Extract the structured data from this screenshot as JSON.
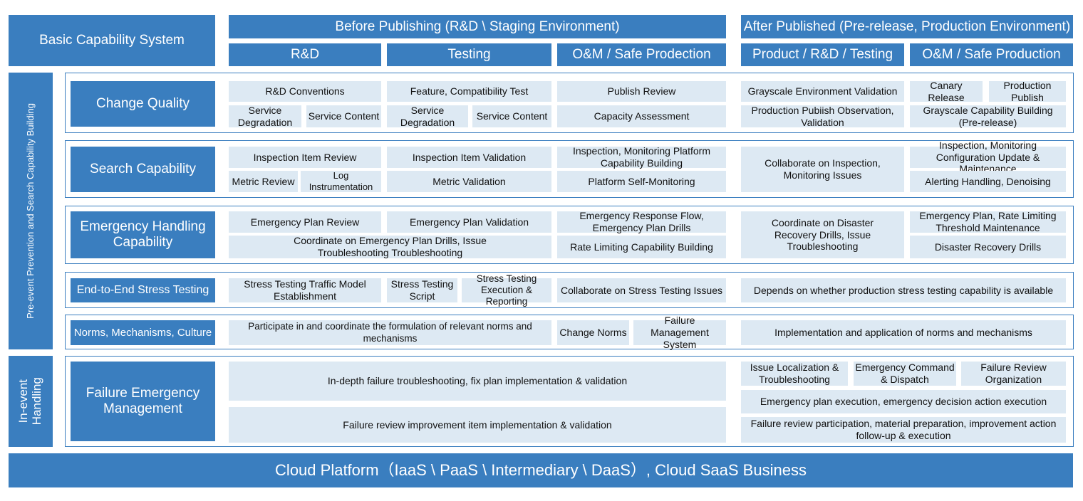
{
  "header": {
    "basic": "Basic Capability System",
    "before": "Before Publishing (R&D \\ Staging Environment)",
    "after": "After Published (Pre-release, Production Environment)",
    "cols": [
      "R&D",
      "Testing",
      "O&M / Safe Prodection",
      "Product / R&D / Testing",
      "O&M / Safe Production"
    ]
  },
  "side": {
    "pre_event": "Pre-event Prevention and Search Capability Building",
    "in_event": "In-event Handling"
  },
  "rows": {
    "change_quality": {
      "label": "Change Quality",
      "cells": [
        "R&D Conventions",
        "Service Degradation",
        "Service Content",
        "Feature, Compatibility Test",
        "Service Degradation",
        "Service Content",
        "Publish Review",
        "Capacity Assessment",
        "Grayscale Environment Validation",
        "Production Pubiish Observation, Validation",
        "Canary Release",
        "Production Publish",
        "Grayscale Capability Building (Pre-release)"
      ]
    },
    "search": {
      "label": "Search Capability",
      "cells": [
        "Inspection Item Review",
        "Metric Review",
        "Log Instrumentation",
        "Inspection Item Validation",
        "Metric Validation",
        "Inspection, Monitoring Platform Capability Building",
        "Platform Self-Monitoring",
        "Collaborate on Inspection, Monitoring Issues",
        "Inspection, Monitoring Configuration Update & Maintenance",
        "Alerting Handling, Denoising"
      ]
    },
    "emergency": {
      "label": "Emergency Handling Capability",
      "cells": [
        "Emergency Plan Review",
        "Emergency Plan Validation",
        "Coordinate on Emergency Plan Drills, Issue Troubleshooting Troubleshooting",
        "Emergency Response Flow, Emergency Plan Drills",
        "Rate Limiting Capability Building",
        "Coordinate on Disaster Recovery Drills, Issue Troubleshooting",
        "Emergency Plan, Rate Limiting Threshold Maintenance",
        "Disaster Recovery Drills"
      ]
    },
    "stress": {
      "label": "End-to-End Stress Testing",
      "cells": [
        "Stress Testing Traffic Model Establishment",
        "Stress Testing Script",
        "Stress Testing Execution & Reporting",
        "Collaborate on Stress Testing Issues",
        "Depends on whether production stress testing capability is available"
      ]
    },
    "norms": {
      "label": "Norms, Mechanisms, Culture",
      "cells": [
        "Participate in and coordinate the formulation of relevant norms and mechanisms",
        "Change Norms",
        "Failure Management System",
        "Implementation and application of norms and mechanisms"
      ]
    },
    "failure": {
      "label": "Failure Emergency Management",
      "cells": [
        "In-depth failure troubleshooting, fix plan implementation & validation",
        "Failure review improvement item implementation & validation",
        "Issue Localization & Troubleshooting",
        "Emergency Command & Dispatch",
        "Failure Review Organization",
        "Emergency plan execution, emergency decision action execution",
        "Failure review participation, material preparation, improvement action follow-up & execution"
      ]
    }
  },
  "footer": "Cloud Platform（IaaS \\ PaaS \\ Intermediary \\ DaaS）, Cloud SaaS Business"
}
